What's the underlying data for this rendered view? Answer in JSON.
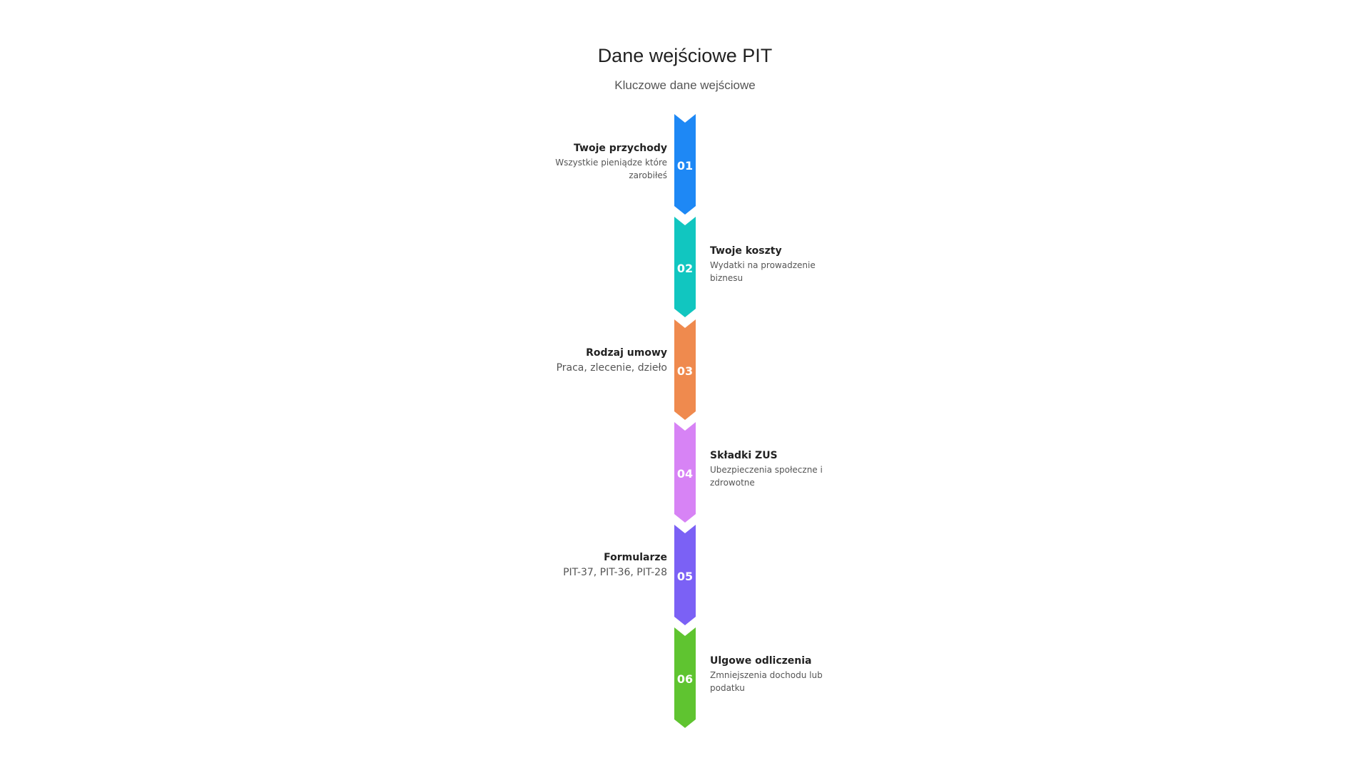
{
  "title": "Dane wejściowe PIT",
  "subtitle": "Kluczowe dane wejściowe",
  "steps": [
    {
      "number": "01",
      "heading": "Twoje przychody",
      "description": "Wszystkie pieniądze które zarobiłeś",
      "side": "left",
      "color": "#1E88F5"
    },
    {
      "number": "02",
      "heading": "Twoje koszty",
      "description": "Wydatki na prowadzenie biznesu",
      "side": "right",
      "color": "#11C6C0"
    },
    {
      "number": "03",
      "heading": "Rodzaj umowy",
      "description": "Praca, zlecenie, dzieło",
      "side": "left",
      "color": "#EF8A4E"
    },
    {
      "number": "04",
      "heading": "Składki ZUS",
      "description": "Ubezpieczenia społeczne i zdrowotne",
      "side": "right",
      "color": "#D783F5"
    },
    {
      "number": "05",
      "heading": "Formularze",
      "description": "PIT-37, PIT-36, PIT-28",
      "side": "left",
      "color": "#7B61F5"
    },
    {
      "number": "06",
      "heading": "Ulgowe odliczenia",
      "description": "Zmniejszenia dochodu lub podatku",
      "side": "right",
      "color": "#5FC430"
    }
  ]
}
